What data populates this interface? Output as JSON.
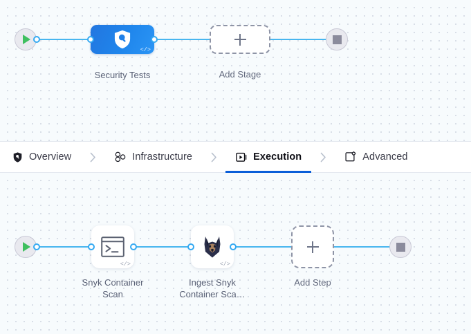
{
  "tabs": {
    "items": [
      {
        "id": "overview",
        "label": "Overview",
        "icon": "shield-icon",
        "active": false
      },
      {
        "id": "infrastructure",
        "label": "Infrastructure",
        "icon": "nodes-icon",
        "active": false
      },
      {
        "id": "execution",
        "label": "Execution",
        "icon": "play-box-icon",
        "active": true
      },
      {
        "id": "advanced",
        "label": "Advanced",
        "icon": "settings-box-icon",
        "active": false
      }
    ],
    "separator": "›",
    "active_underline_color": "#0a5ed8"
  },
  "stage_canvas": {
    "start_node": {
      "name": "pipeline-start",
      "icon": "play-icon",
      "icon_color": "#3fbf5f"
    },
    "end_node": {
      "name": "pipeline-end",
      "icon": "stop-icon",
      "icon_color": "#8b8b9c"
    },
    "stage": {
      "label": "Security Tests",
      "icon": "shield-search-icon",
      "code_badge": "</>",
      "fill_color": "#2080e8"
    },
    "add_stage": {
      "label": "Add Stage",
      "icon": "plus-icon"
    }
  },
  "step_canvas": {
    "start_node": {
      "name": "execution-start",
      "icon": "play-icon",
      "icon_color": "#3fbf5f"
    },
    "end_node": {
      "name": "execution-end",
      "icon": "stop-icon",
      "icon_color": "#8b8b9c"
    },
    "steps": [
      {
        "id": "snyk-container-scan",
        "label_line1": "Snyk Container",
        "label_line2": "Scan",
        "icon": "terminal-icon",
        "code_badge": "</>"
      },
      {
        "id": "ingest-snyk-container-scan",
        "label_line1": "Ingest Snyk",
        "label_line2": "Container Sca…",
        "icon": "snyk-doberman-icon",
        "code_badge": "</>"
      }
    ],
    "add_step": {
      "label": "Add Step",
      "icon": "plus-icon"
    }
  },
  "theme": {
    "canvas_bg": "#f7fbfd",
    "grid_dot": "#d3d9e3",
    "edge_color": "#48b6ef",
    "port_color": "#33a9f2",
    "label_color": "#5a6176"
  }
}
